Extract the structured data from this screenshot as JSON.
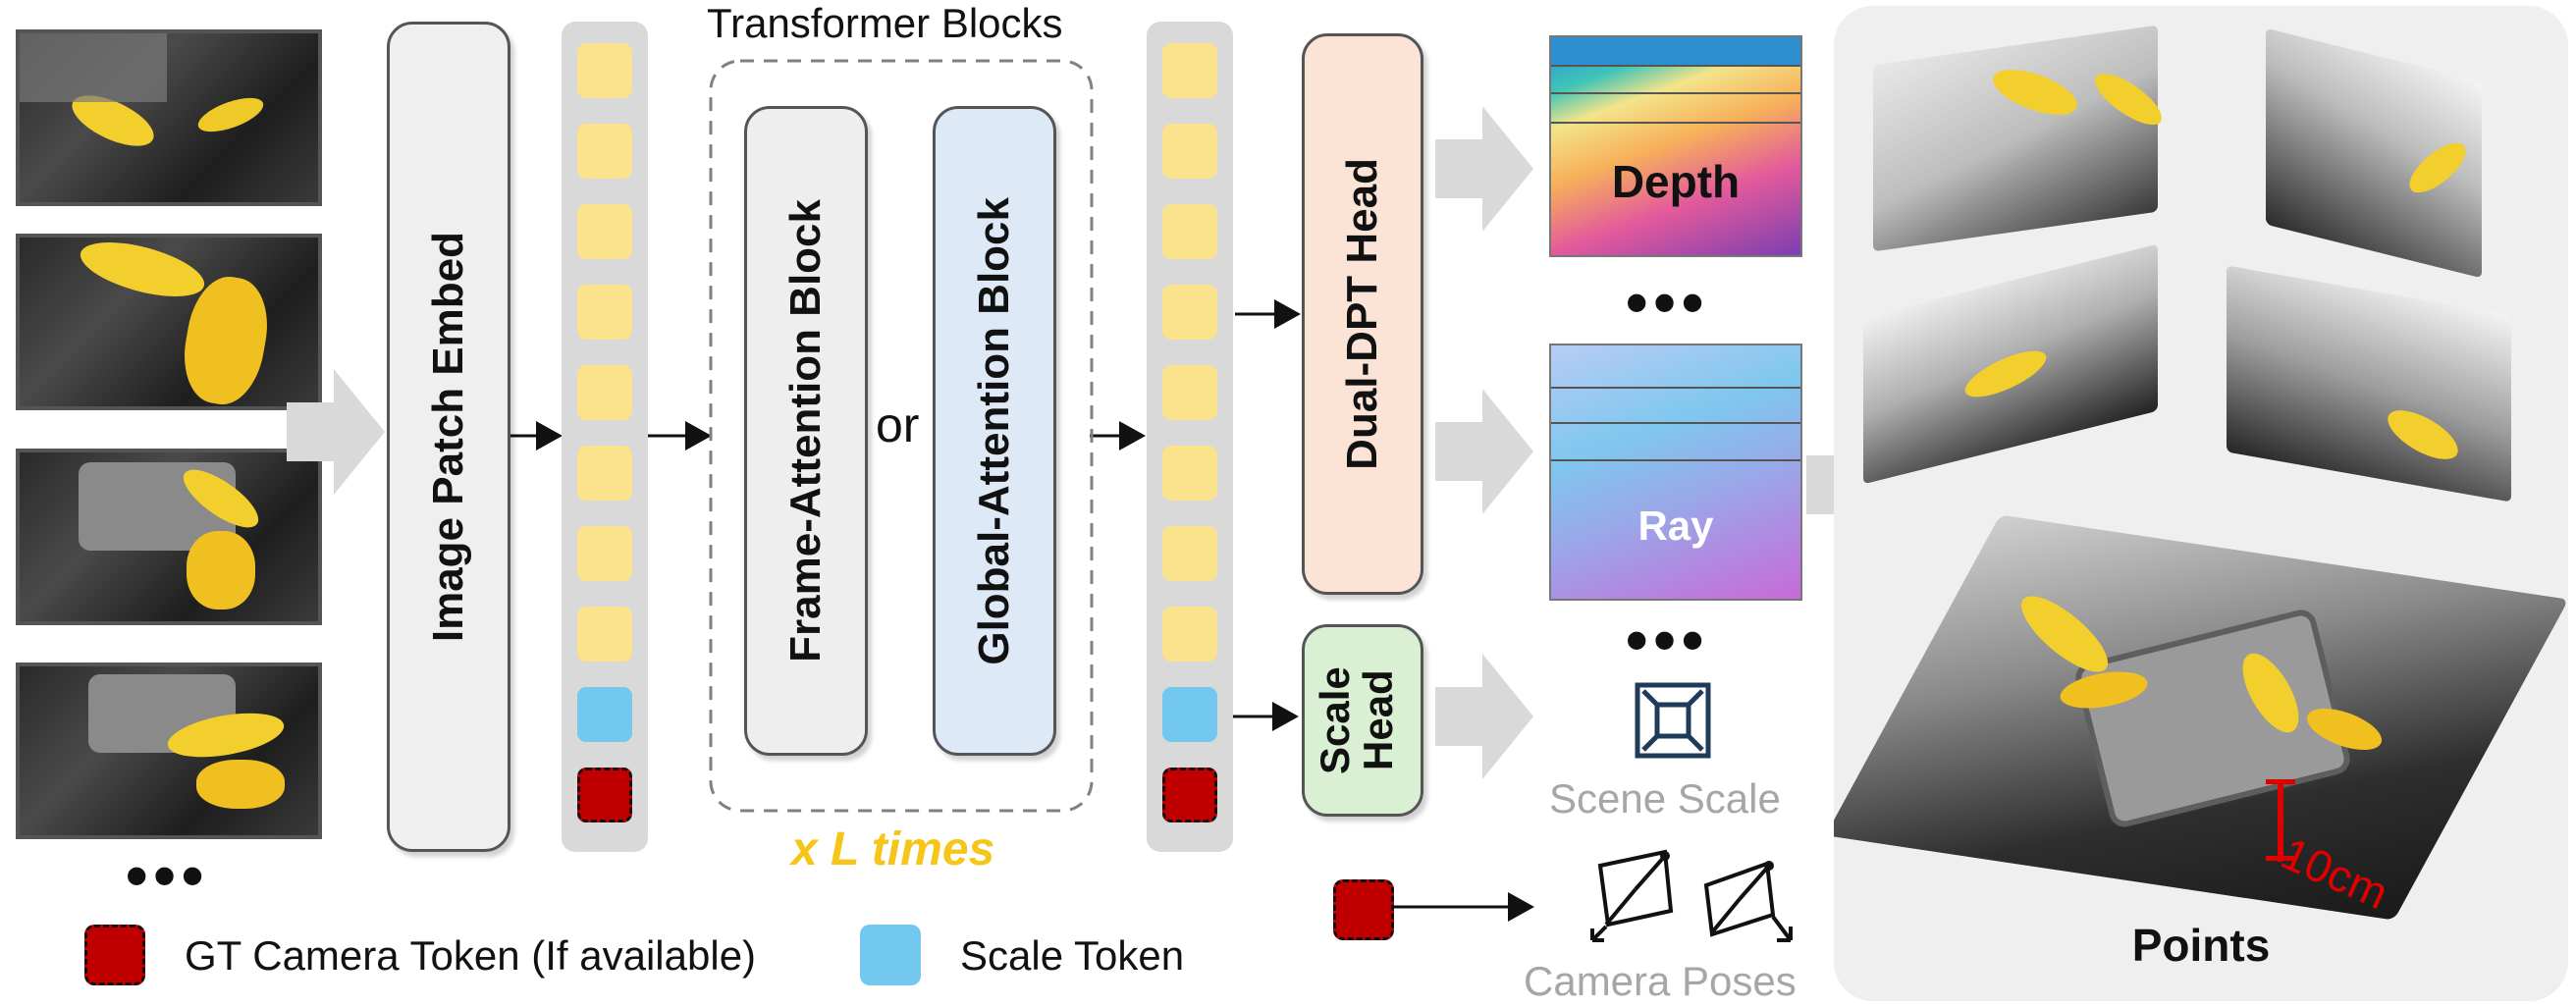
{
  "transformer_blocks_label": "Transformer Blocks",
  "image_patch_embed": "Image Patch Embed",
  "frame_attention_block": "Frame-Attention Block",
  "or_label": "or",
  "global_attention_block": "Global-Attention Block",
  "repeat_label": "x L times",
  "dual_dpt_head": "Dual-DPT Head",
  "scale_head": "Scale Head",
  "depth_label": "Depth",
  "ray_label": "Ray",
  "scene_scale_label": "Scene Scale",
  "camera_poses_label": "Camera Poses",
  "points_label": "Points",
  "measure_label": "10cm",
  "ellipsis": "•••",
  "legend": {
    "gt_camera_token": "GT Camera Token (If available)",
    "scale_token": "Scale Token"
  },
  "colors": {
    "patch_embed_fill": "#efefef",
    "frame_attention_fill": "#eeeeee",
    "global_attention_fill": "#dde9f6",
    "dual_dpt_fill": "#fbe3d6",
    "scale_head_fill": "#d9f0d3",
    "token_yellow": "#fbe28d",
    "token_blue": "#72c8ee",
    "token_red": "#c00000",
    "repeat_text": "#f5c518",
    "gray_label": "#a6a6a6",
    "scale_line": "#e00000"
  },
  "icons": [
    "scene-scale-icon",
    "camera-frustum-icon"
  ]
}
